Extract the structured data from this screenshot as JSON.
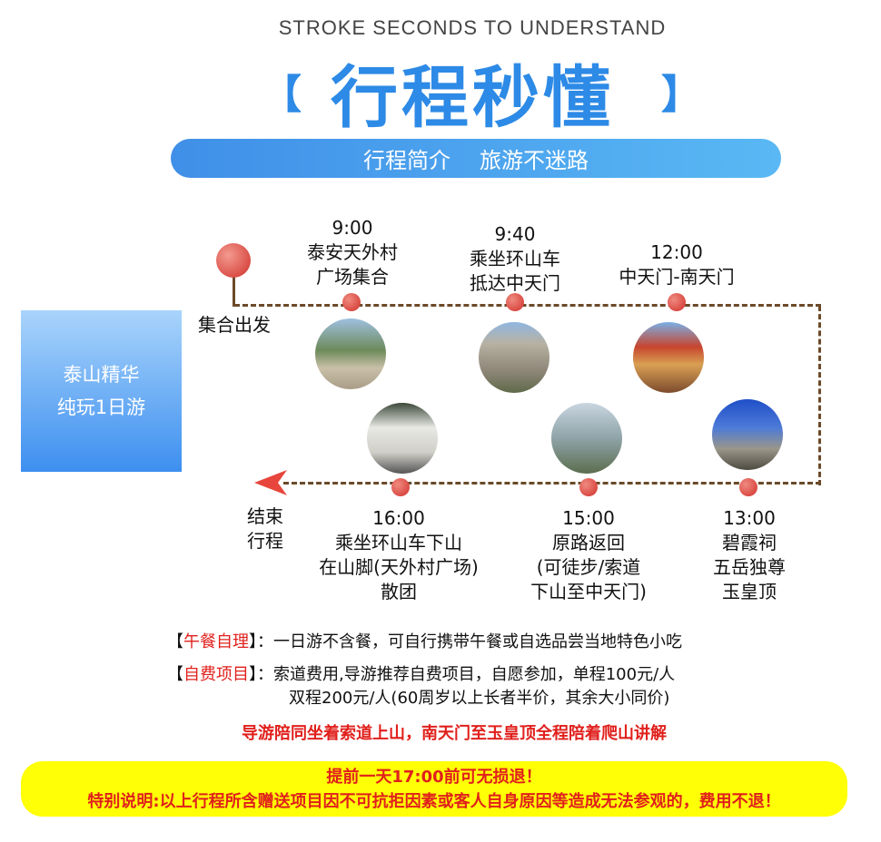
{
  "header": {
    "subtitle": "STROKE SECONDS TO UNDERSTAND",
    "title": "行程秒懂",
    "bracket_left": "【",
    "bracket_right": "】",
    "pill_left": "行程简介",
    "pill_right": "旅游不迷路"
  },
  "tour_box": {
    "line1": "泰山精华",
    "line2": "纯玩1日游"
  },
  "route": {
    "start_label": "集合出发",
    "end_label": [
      "结束",
      "行程"
    ],
    "stops": [
      {
        "time": "9:00",
        "lines": [
          "泰安天外村",
          "广场集合"
        ]
      },
      {
        "time": "9:40",
        "lines": [
          "乘坐环山车",
          "抵达中天门"
        ]
      },
      {
        "time": "12:00",
        "lines": [
          "中天门-南天门"
        ]
      },
      {
        "time": "13:00",
        "lines": [
          "碧霞祠",
          "五岳独尊",
          "玉皇顶"
        ]
      },
      {
        "time": "15:00",
        "lines": [
          "原路返回",
          "(可徒步/索道",
          "下山至中天门)"
        ]
      },
      {
        "time": "16:00",
        "lines": [
          "乘坐环山车下山",
          "在山脚(天外村广场)",
          "散团"
        ]
      }
    ]
  },
  "notes": {
    "lunch_tag": "午餐自理",
    "lunch_text": "：一日游不含餐，可自行携带午餐或自选品尝当地特色小吃",
    "self_tag": "自费项目",
    "self_text1": "：索道费用,导游推荐自费项目，自愿参加，单程100元/人",
    "self_text2": "双程200元/人(60周岁以上长者半价，其余大小同价)",
    "guide": "导游陪同坐着索道上山，南天门至玉皇顶全程陪着爬山讲解"
  },
  "banner": {
    "line1": "提前一天17:00前可无损退！",
    "line2": "特别说明:以上行程所含赠送项目因不可抗拒因素或客人自身原因等造成无法参观的，费用不退！"
  },
  "colors": {
    "blue": "#2d8ae6",
    "red": "#e0201c",
    "yellow": "#ffff05",
    "route": "#6b4a2a"
  }
}
